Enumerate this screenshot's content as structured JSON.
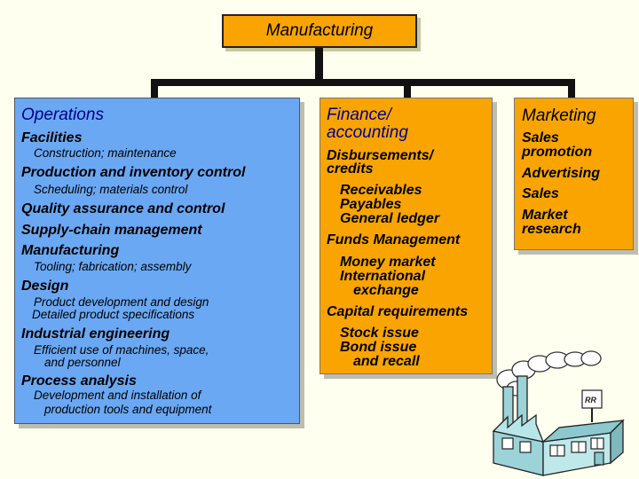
{
  "root": {
    "label": "Manufacturing"
  },
  "operations": {
    "title": "Operations",
    "items": [
      "Facilities",
      "Construction; maintenance",
      "Production and inventory control",
      "Scheduling; materials control",
      "Quality assurance and control",
      "Supply-chain management",
      "Manufacturing",
      "Tooling; fabrication; assembly",
      "Design",
      "Product development and design",
      "Detailed product specifications",
      "Industrial engineering",
      "Efficient use of machines, space,",
      "and personnel",
      "Process analysis",
      "Development and installation of",
      "production tools and equipment"
    ]
  },
  "finance": {
    "title_line1": "Finance/",
    "title_line2": "accounting",
    "items": [
      "Disbursements/",
      "credits",
      "Receivables",
      "Payables",
      "General ledger",
      "Funds Management",
      "Money market",
      "International",
      "exchange",
      "Capital requirements",
      "Stock issue",
      "Bond issue",
      "and recall"
    ]
  },
  "marketing": {
    "title": "Marketing",
    "items": [
      "Sales",
      "promotion",
      "Advertising",
      "Sales",
      "Market",
      "research"
    ]
  },
  "clipart": {
    "icon": "factory-icon",
    "sign": "RR"
  },
  "colors": {
    "orange": "#f9a400",
    "blue": "#6aa8f4",
    "navy": "#00008b",
    "background": "#fffff0"
  }
}
